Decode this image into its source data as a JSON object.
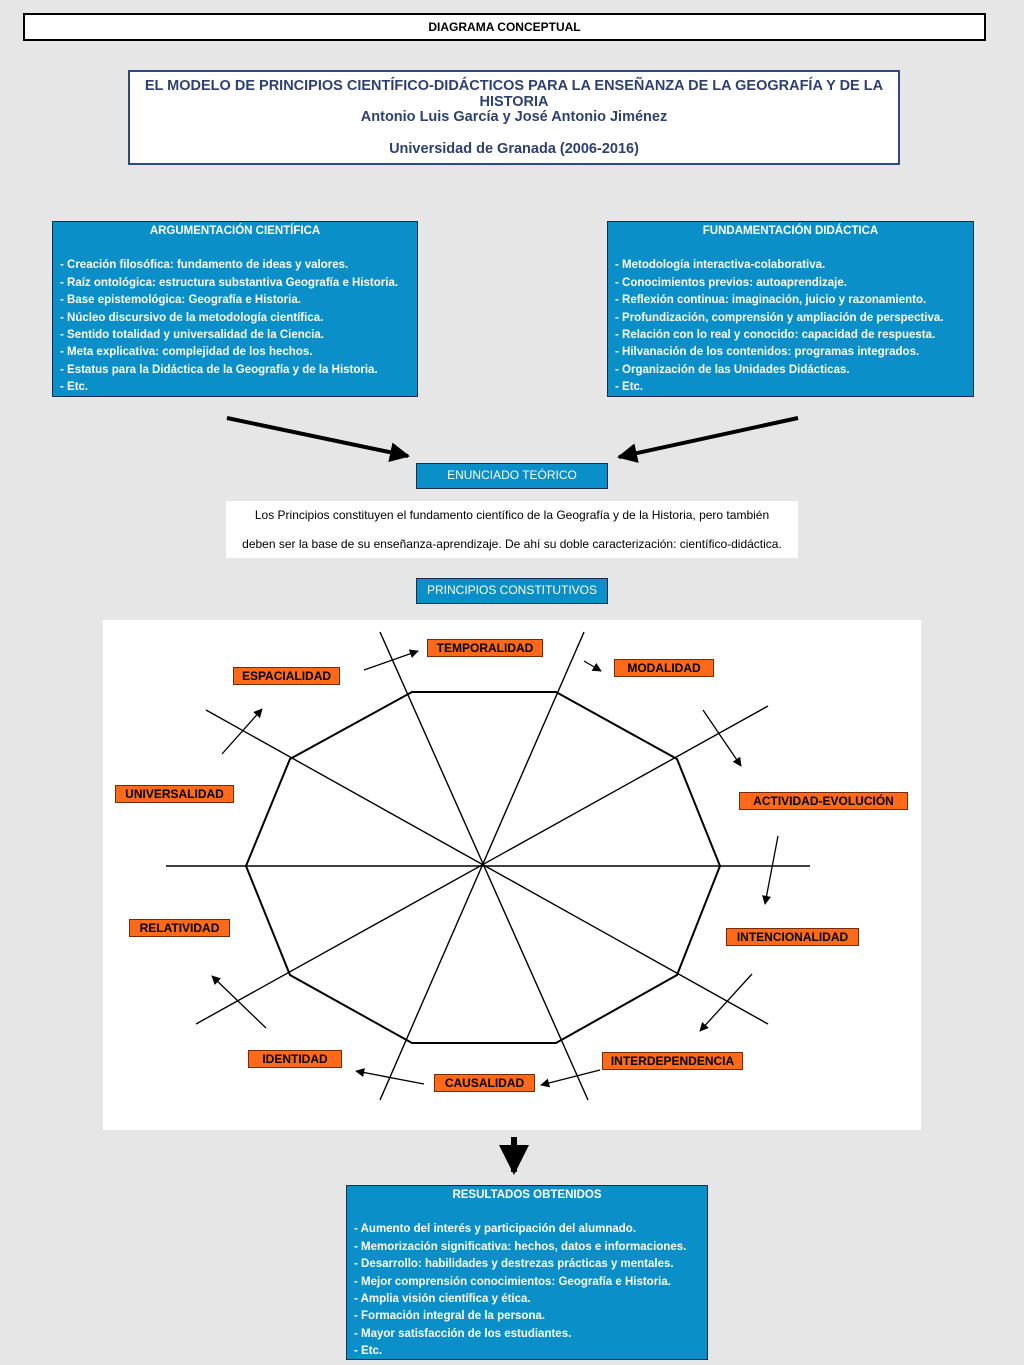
{
  "header": {
    "title": "DIAGRAMA CONCEPTUAL"
  },
  "title_block": {
    "title": "EL MODELO DE PRINCIPIOS CIENTÍFICO-DIDÁCTICOS PARA LA ENSEÑANZA DE LA GEOGRAFÍA Y DE LA HISTORIA",
    "authors": "Antonio Luis García y José Antonio Jiménez",
    "institution": "Universidad de Granada (2006-2016)"
  },
  "argumentacion": {
    "title": "ARGUMENTACIÓN CIENTÍFICA",
    "items": [
      "Creación filosófica: fundamento de ideas y valores.",
      "Raíz ontológica: estructura substantiva Geografía e Historia.",
      "Base epistemológica: Geografía e Historia.",
      "Núcleo discursivo de la metodología científica.",
      "Sentido totalidad y universalidad de la Ciencia.",
      "Meta explicativa: complejidad de los hechos.",
      "Estatus para la Didáctica de la Geografía y de la Historia.",
      "Etc."
    ]
  },
  "fundamentacion": {
    "title": "FUNDAMENTACIÓN DIDÁCTICA",
    "items": [
      "Metodología interactiva-colaborativa.",
      "Conocimientos previos: autoaprendizaje.",
      "Reflexión continua: imaginación, juicio y razonamiento.",
      "Profundización, comprensión y ampliación de perspectiva.",
      "Relación con lo real y conocido: capacidad de respuesta.",
      "Hilvanación de los contenidos: programas integrados.",
      "Organización de las Unidades Didácticas.",
      "Etc."
    ]
  },
  "enunciado": {
    "label": "ENUNCIADO TEÓRICO",
    "line1": "Los Principios constituyen el fundamento científico de la Geografía y de la Historia, pero también",
    "line2": "deben ser la base de su enseñanza-aprendizaje. De ahí su doble caracterización: científico-didáctica."
  },
  "principios": {
    "label": "PRINCIPIOS CONSTITUTIVOS",
    "items": [
      "TEMPORALIDAD",
      "MODALIDAD",
      "ACTIVIDAD-EVOLUCIÓN",
      "INTENCIONALIDAD",
      "INTERDEPENDENCIA",
      "CAUSALIDAD",
      "IDENTIDAD",
      "RELATIVIDAD",
      "UNIVERSALIDAD",
      "ESPACIALIDAD"
    ]
  },
  "resultados": {
    "title": "RESULTADOS OBTENIDOS",
    "items": [
      "Aumento del interés y participación del alumnado.",
      "Memorización significativa: hechos, datos e informaciones.",
      "Desarrollo: habilidades y destrezas prácticas y mentales.",
      "Mejor comprensión conocimientos: Geografía e Historia.",
      "Amplia visión científica y ética.",
      "Formación integral de la persona.",
      "Mayor satisfacción de los estudiantes.",
      "Etc."
    ]
  },
  "colors": {
    "box_blue": "#0a8fc8",
    "principle_orange": "#ff6a1a",
    "title_navy": "#2e3f72"
  }
}
